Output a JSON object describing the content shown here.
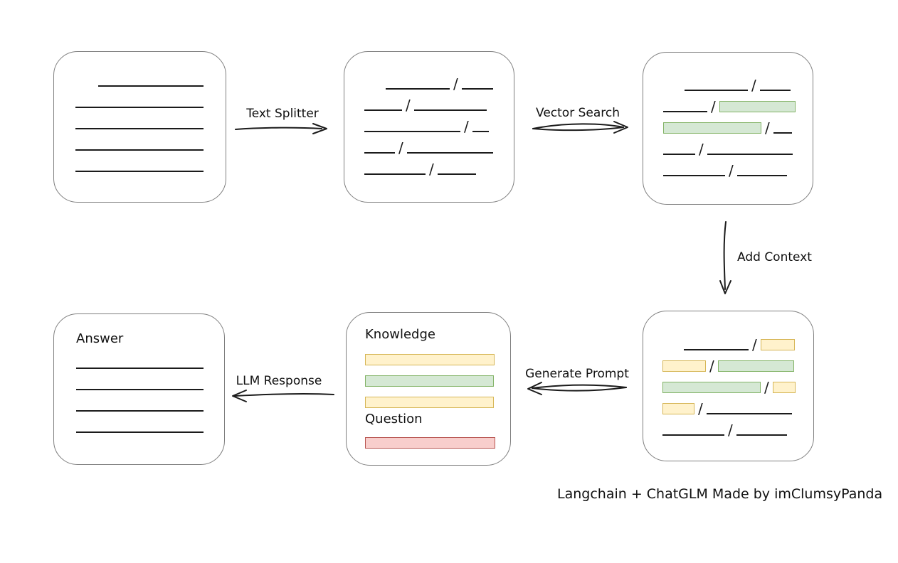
{
  "caption": "Langchain + ChatGLM Made by imClumsyPanda",
  "slash": "/",
  "colors": {
    "ink": "#1b1b1b",
    "box_border": "#7f7f7f",
    "green_fill": "#d5e8d4",
    "green_border": "#82b366",
    "yellow_fill": "#fff2cc",
    "yellow_border": "#d6b656",
    "red_fill": "#f8cecc",
    "red_border": "#b85450"
  },
  "arrows": {
    "text_splitter": "Text Splitter",
    "vector_search": "Vector Search",
    "add_context": "Add Context",
    "generate_prompt": "Generate Prompt",
    "llm_response": "LLM Response"
  },
  "boxes": {
    "document": {
      "rows": [
        {
          "indent": 32,
          "segments": [
            {
              "t": "line",
              "w": 148
            }
          ]
        },
        {
          "segments": [
            {
              "t": "line",
              "w": 180
            }
          ]
        },
        {
          "segments": [
            {
              "t": "line",
              "w": 180
            }
          ]
        },
        {
          "segments": [
            {
              "t": "line",
              "w": 180
            }
          ]
        },
        {
          "segments": [
            {
              "t": "line",
              "w": 180
            }
          ]
        }
      ]
    },
    "chunks": {
      "rows": [
        {
          "indent": 30,
          "segments": [
            {
              "t": "line",
              "w": 90
            },
            {
              "t": "slash"
            },
            {
              "t": "line",
              "w": 44
            }
          ]
        },
        {
          "segments": [
            {
              "t": "line",
              "w": 53
            },
            {
              "t": "slash"
            },
            {
              "t": "line",
              "w": 102
            }
          ]
        },
        {
          "segments": [
            {
              "t": "line",
              "w": 135
            },
            {
              "t": "slash"
            },
            {
              "t": "line",
              "w": 23
            }
          ]
        },
        {
          "segments": [
            {
              "t": "line",
              "w": 43
            },
            {
              "t": "slash"
            },
            {
              "t": "line",
              "w": 121
            }
          ]
        },
        {
          "segments": [
            {
              "t": "line",
              "w": 86
            },
            {
              "t": "slash"
            },
            {
              "t": "line",
              "w": 54
            }
          ]
        }
      ]
    },
    "vector_matches": {
      "rows": [
        {
          "indent": 30,
          "segments": [
            {
              "t": "line",
              "w": 89
            },
            {
              "t": "slash"
            },
            {
              "t": "line",
              "w": 43
            }
          ]
        },
        {
          "segments": [
            {
              "t": "line",
              "w": 62
            },
            {
              "t": "slash"
            },
            {
              "t": "green",
              "w": 107
            }
          ]
        },
        {
          "segments": [
            {
              "t": "green",
              "w": 138
            },
            {
              "t": "slash"
            },
            {
              "t": "line",
              "w": 26
            }
          ]
        },
        {
          "segments": [
            {
              "t": "line",
              "w": 45
            },
            {
              "t": "slash"
            },
            {
              "t": "line",
              "w": 120
            }
          ]
        },
        {
          "segments": [
            {
              "t": "line",
              "w": 87
            },
            {
              "t": "slash"
            },
            {
              "t": "line",
              "w": 70
            }
          ]
        }
      ]
    },
    "context": {
      "rows": [
        {
          "indent": 30,
          "segments": [
            {
              "t": "line",
              "w": 91
            },
            {
              "t": "slash"
            },
            {
              "t": "yellow",
              "w": 48
            }
          ]
        },
        {
          "segments": [
            {
              "t": "yellow",
              "w": 61
            },
            {
              "t": "slash"
            },
            {
              "t": "green",
              "w": 107
            }
          ]
        },
        {
          "segments": [
            {
              "t": "green",
              "w": 138
            },
            {
              "t": "slash"
            },
            {
              "t": "yellow",
              "w": 32
            }
          ]
        },
        {
          "segments": [
            {
              "t": "yellow",
              "w": 45
            },
            {
              "t": "slash"
            },
            {
              "t": "line",
              "w": 120
            }
          ]
        },
        {
          "segments": [
            {
              "t": "line",
              "w": 87
            },
            {
              "t": "slash"
            },
            {
              "t": "line",
              "w": 71
            }
          ]
        }
      ]
    },
    "prompt": {
      "knowledge_label": "Knowledge",
      "question_label": "Question",
      "knowledge_rows": [
        {
          "segments": [
            {
              "t": "yellow",
              "w": 182
            }
          ]
        },
        {
          "segments": [
            {
              "t": "green",
              "w": 181
            }
          ]
        },
        {
          "segments": [
            {
              "t": "yellow",
              "w": 181
            }
          ]
        }
      ],
      "question_rows": [
        {
          "segments": [
            {
              "t": "red",
              "w": 183
            }
          ]
        }
      ]
    },
    "answer": {
      "label": "Answer",
      "rows": [
        {
          "segments": [
            {
              "t": "line",
              "w": 179
            }
          ]
        },
        {
          "segments": [
            {
              "t": "line",
              "w": 179
            }
          ]
        },
        {
          "segments": [
            {
              "t": "line",
              "w": 179
            }
          ]
        },
        {
          "segments": [
            {
              "t": "line",
              "w": 179
            }
          ]
        }
      ]
    }
  }
}
